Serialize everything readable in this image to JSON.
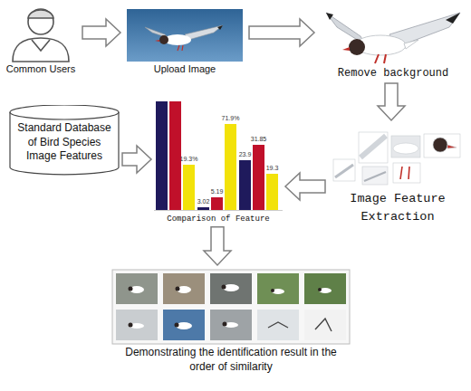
{
  "diagram": {
    "nodes": [
      {
        "text": [
          "Common Users"
        ]
      },
      {
        "text": [
          "Upload Image"
        ]
      },
      {
        "text": [
          "Remove background"
        ]
      },
      {
        "text": [
          "Standard Database of Bird Species Image Features"
        ]
      },
      {
        "text": [
          "Comparison of Feature"
        ]
      },
      {
        "text": [
          "Image Feature Extraction"
        ]
      },
      {
        "text": [
          "Demonstrating the identification result in the order of similarity"
        ]
      }
    ],
    "edges": [
      {
        "from": 0,
        "to": 1,
        "arrow": "to"
      },
      {
        "from": 1,
        "to": 2,
        "arrow": "to"
      },
      {
        "from": 2,
        "to": 5,
        "arrow": "to"
      },
      {
        "from": 3,
        "to": 4,
        "arrow": "to"
      },
      {
        "from": 5,
        "to": 4,
        "arrow": "to"
      },
      {
        "from": 4,
        "to": 6,
        "arrow": "to"
      }
    ],
    "labels": [
      "19.3%",
      "3.02",
      "5.19",
      "71.9%",
      "23.9",
      "31.85",
      "19.3"
    ]
  }
}
